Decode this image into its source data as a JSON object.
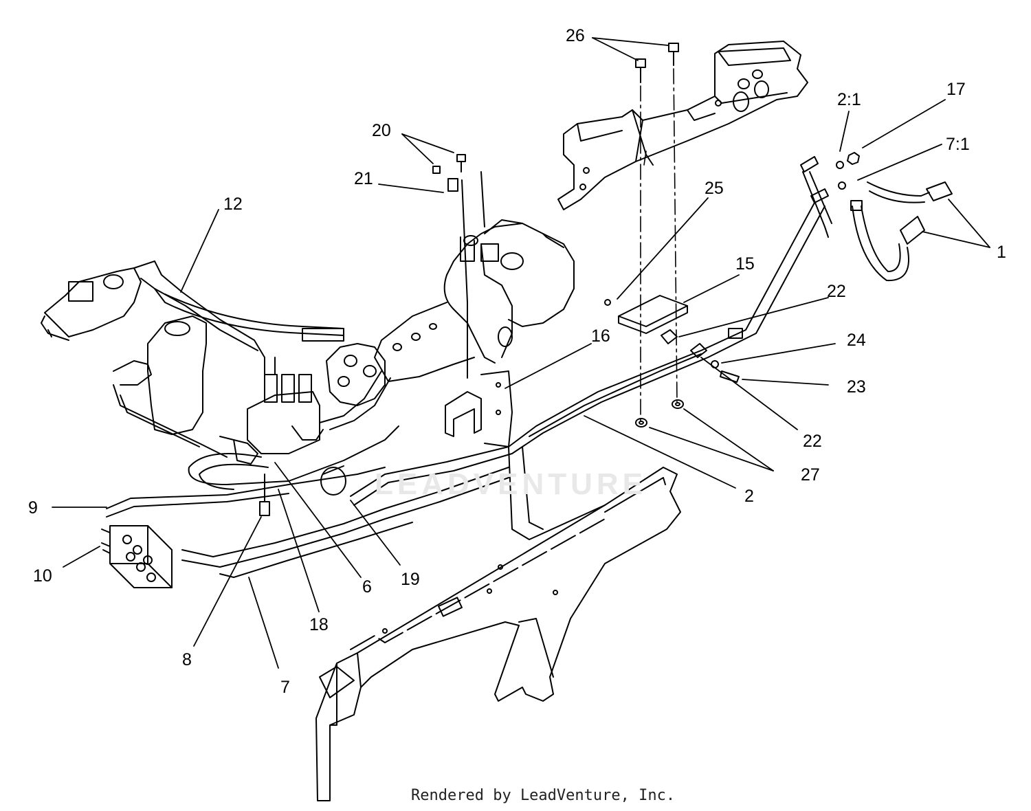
{
  "callouts": [
    "26",
    "2:1",
    "17",
    "7:1",
    "20",
    "21",
    "25",
    "15",
    "12",
    "1",
    "22",
    "24",
    "23",
    "16",
    "22",
    "27",
    "2",
    "9",
    "10",
    "6",
    "19",
    "18",
    "8",
    "7"
  ],
  "watermark": "LEADVENTURE",
  "credit": "Rendered by LeadVenture, Inc."
}
